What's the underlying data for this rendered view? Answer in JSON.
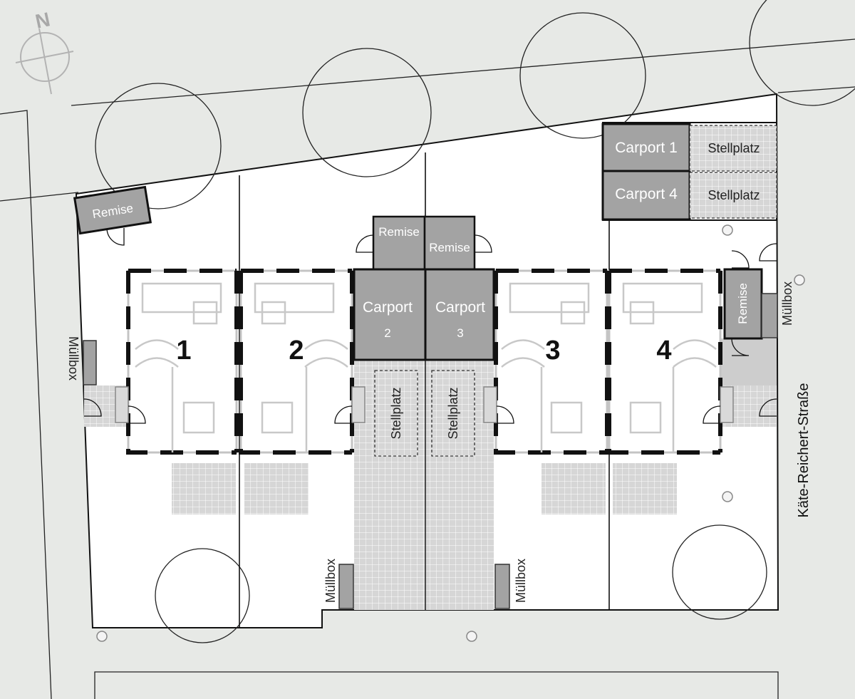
{
  "compass": {
    "letter": "N"
  },
  "street": {
    "name": "Käte-Reichert-Straße"
  },
  "houses": [
    "1",
    "2",
    "3",
    "4"
  ],
  "carports": {
    "c1": "Carport 1",
    "c4": "Carport 4",
    "c2": {
      "line1": "Carport",
      "line2": "2"
    },
    "c3": {
      "line1": "Carport",
      "line2": "3"
    }
  },
  "stellplatz": "Stellplatz",
  "remise": "Remise",
  "muellbox": "Müllbox",
  "colors": {
    "ground": "#e7e9e6",
    "plot": "#ffffff",
    "structure": "#a3a3a3",
    "paving": "#cfcfcf",
    "wall": "#111111"
  }
}
